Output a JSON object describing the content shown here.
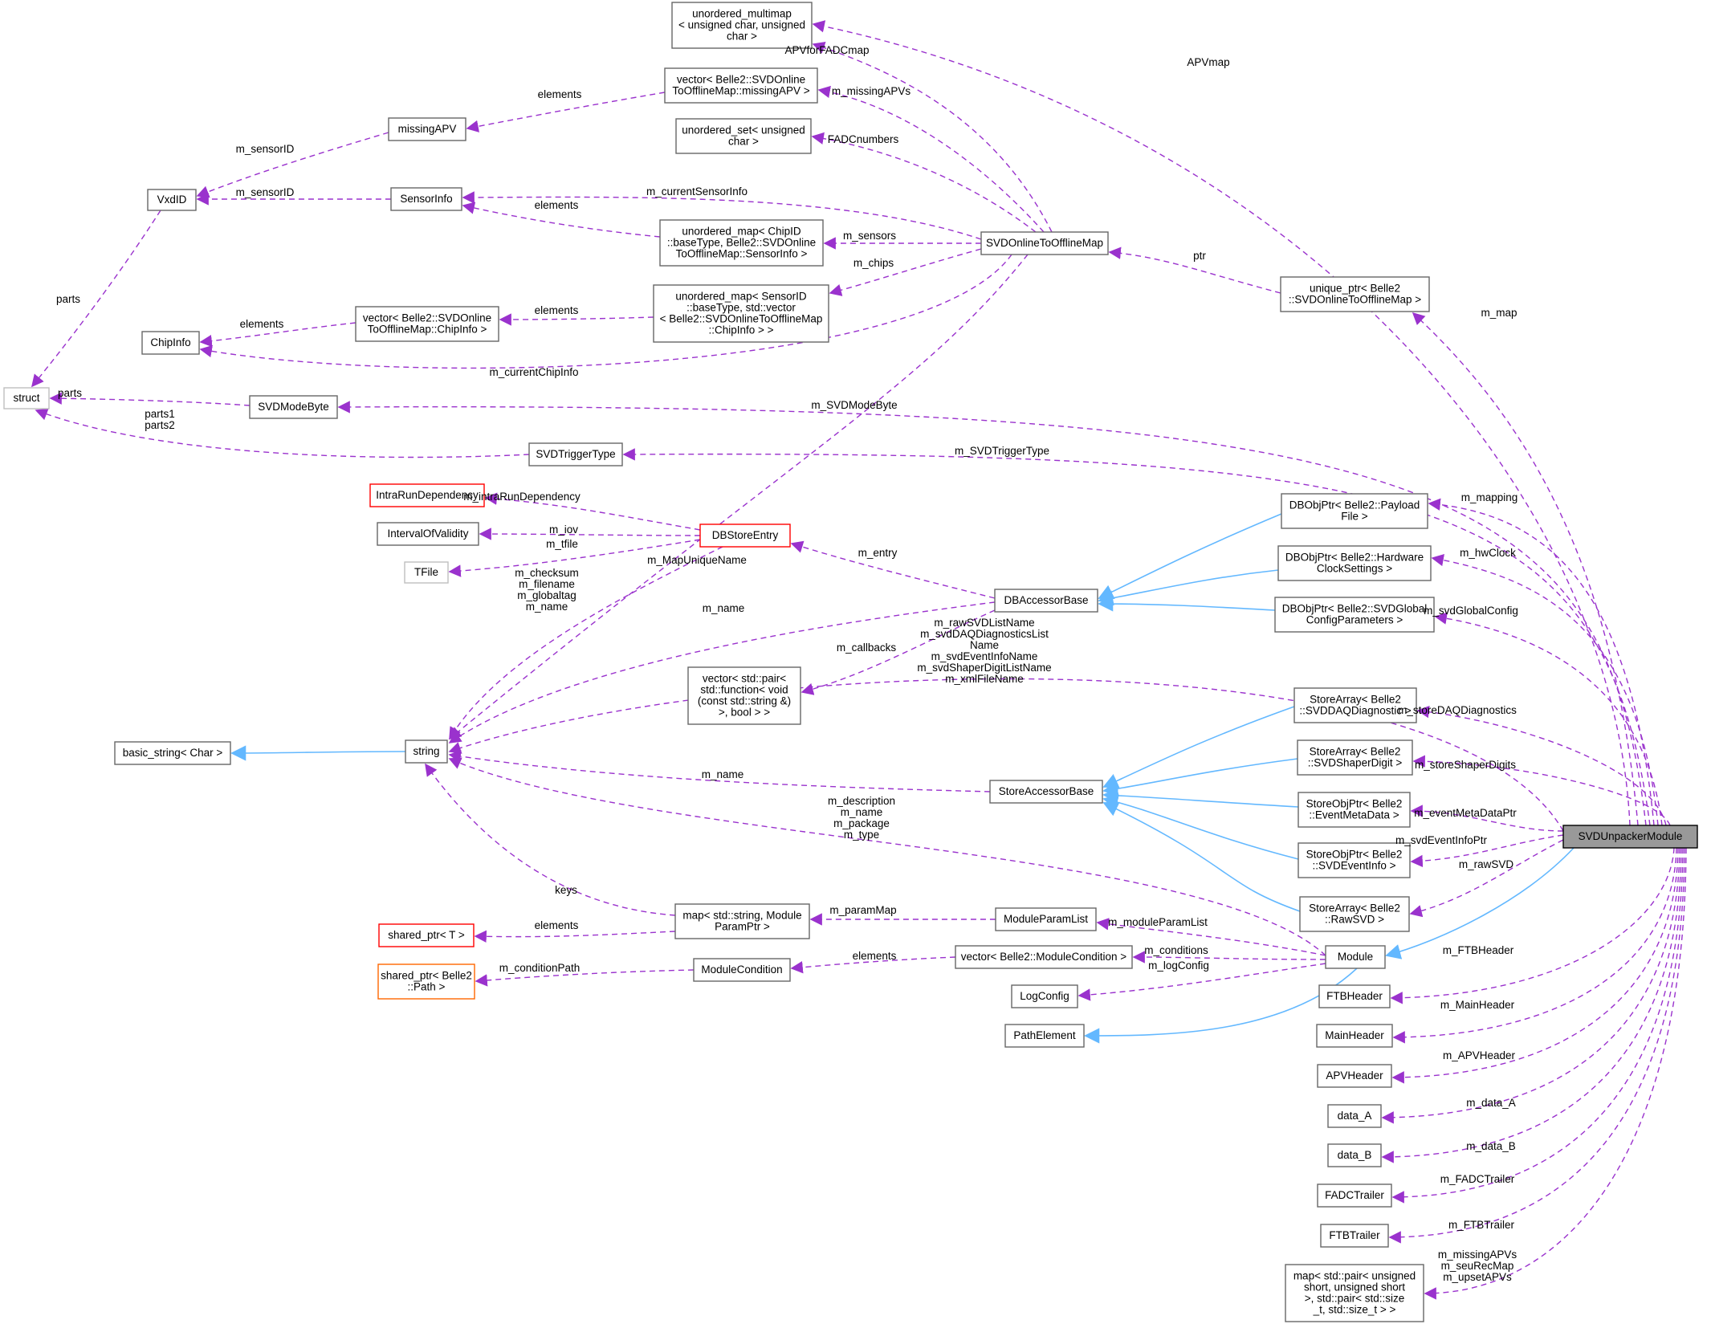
{
  "nodes": {
    "unordered_multimap": [
      "unordered_multimap",
      "< unsigned char, unsigned",
      "char >"
    ],
    "vector_missingAPV": [
      "vector< Belle2::SVDOnline",
      "ToOfflineMap::missingAPV >"
    ],
    "missingAPV": [
      "missingAPV"
    ],
    "unordered_set": [
      "unordered_set< unsigned",
      "char >"
    ],
    "VxdID": [
      "VxdID"
    ],
    "SensorInfo": [
      "SensorInfo"
    ],
    "unordered_map_chipid": [
      "unordered_map< ChipID",
      "::baseType, Belle2::SVDOnline",
      "ToOfflineMap::SensorInfo >"
    ],
    "SVDOnlineToOfflineMap": [
      "SVDOnlineToOfflineMap"
    ],
    "unordered_map_sensorid": [
      "unordered_map< SensorID",
      "::baseType, std::vector",
      "< Belle2::SVDOnlineToOfflineMap",
      "::ChipInfo > >"
    ],
    "unique_ptr": [
      "unique_ptr< Belle2",
      "::SVDOnlineToOfflineMap >"
    ],
    "vector_chipinfo": [
      "vector< Belle2::SVDOnline",
      "ToOfflineMap::ChipInfo >"
    ],
    "ChipInfo": [
      "ChipInfo"
    ],
    "struct": [
      "struct"
    ],
    "SVDModeByte": [
      "SVDModeByte"
    ],
    "SVDTriggerType": [
      "SVDTriggerType"
    ],
    "IntraRunDependency": [
      "IntraRunDependency"
    ],
    "IntervalOfValidity": [
      "IntervalOfValidity"
    ],
    "TFile": [
      "TFile"
    ],
    "DBStoreEntry": [
      "DBStoreEntry"
    ],
    "DBObjPtr_Payload": [
      "DBObjPtr< Belle2::Payload",
      "File >"
    ],
    "DBObjPtr_Hardware": [
      "DBObjPtr< Belle2::Hardware",
      "ClockSettings >"
    ],
    "DBAccessorBase": [
      "DBAccessorBase"
    ],
    "DBObjPtr_SVDGlobal": [
      "DBObjPtr< Belle2::SVDGlobal",
      "ConfigParameters >"
    ],
    "vector_pair_function": [
      "vector< std::pair<",
      "std::function< void",
      "(const std::string &)",
      ">, bool > >"
    ],
    "StoreArray_DAQ": [
      "StoreArray< Belle2",
      "::SVDDAQDiagnostic >"
    ],
    "basic_string": [
      "basic_string< Char >"
    ],
    "string": [
      "string"
    ],
    "StoreArray_Shaper": [
      "StoreArray< Belle2",
      "::SVDShaperDigit >"
    ],
    "StoreAccessorBase": [
      "StoreAccessorBase"
    ],
    "StoreObjPtr_EventMeta": [
      "StoreObjPtr< Belle2",
      "::EventMetaData >"
    ],
    "SVDUnpackerModule": [
      "SVDUnpackerModule"
    ],
    "StoreObjPtr_SVDEvent": [
      "StoreObjPtr< Belle2",
      "::SVDEventInfo >"
    ],
    "StoreArray_RawSVD": [
      "StoreArray< Belle2",
      "::RawSVD >"
    ],
    "map_string_module": [
      "map< std::string, Module",
      "ParamPtr >"
    ],
    "ModuleParamList": [
      "ModuleParamList"
    ],
    "shared_ptr_T": [
      "shared_ptr< T >"
    ],
    "Module": [
      "Module"
    ],
    "vector_condition": [
      "vector< Belle2::ModuleCondition >"
    ],
    "shared_ptr_Path": [
      "shared_ptr< Belle2",
      "::Path >"
    ],
    "ModuleCondition": [
      "ModuleCondition"
    ],
    "LogConfig": [
      "LogConfig"
    ],
    "FTBHeader": [
      "FTBHeader"
    ],
    "PathElement": [
      "PathElement"
    ],
    "MainHeader": [
      "MainHeader"
    ],
    "APVHeader": [
      "APVHeader"
    ],
    "data_A": [
      "data_A"
    ],
    "data_B": [
      "data_B"
    ],
    "FADCTrailer": [
      "FADCTrailer"
    ],
    "FTBTrailer": [
      "FTBTrailer"
    ],
    "map_pair": [
      "map< std::pair< unsigned",
      "short, unsigned short",
      ">, std::pair< std::size",
      "_t, std::size_t > >"
    ]
  },
  "edge_labels": {
    "APVmap": [
      "APVmap"
    ],
    "APVforFADCmap": [
      "APVforFADCmap"
    ],
    "elements_missing": [
      "elements"
    ],
    "m_missingAPVs": [
      "m_missingAPVs"
    ],
    "m_sensorID_1": [
      "m_sensorID"
    ],
    "FADCnumbers": [
      "FADCnumbers"
    ],
    "m_sensorID_2": [
      "m_sensorID"
    ],
    "m_currentSensorInfo": [
      "m_currentSensorInfo"
    ],
    "elements_sensorinfo": [
      "elements"
    ],
    "m_sensors": [
      "m_sensors"
    ],
    "ptr": [
      "ptr"
    ],
    "m_chips": [
      "m_chips"
    ],
    "parts_1": [
      "parts"
    ],
    "elements_chipinfo_1": [
      "elements"
    ],
    "elements_chipinfo_2": [
      "elements"
    ],
    "m_map": [
      "m_map"
    ],
    "m_currentChipInfo": [
      "m_currentChipInfo"
    ],
    "parts_2": [
      "parts"
    ],
    "m_SVDModeByte": [
      "m_SVDModeByte"
    ],
    "parts12": [
      "parts1",
      "parts2"
    ],
    "m_SVDTriggerType": [
      "m_SVDTriggerType"
    ],
    "m_intraRunDependency": [
      "m_intraRunDependency"
    ],
    "m_mapping": [
      "m_mapping"
    ],
    "m_iov": [
      "m_iov"
    ],
    "m_tfile": [
      "m_tfile"
    ],
    "m_MapUniqueName": [
      "m_MapUniqueName"
    ],
    "m_hwClock": [
      "m_hwClock"
    ],
    "m_checksum": [
      "m_checksum",
      "m_filename",
      "m_globaltag",
      "m_name"
    ],
    "m_entry": [
      "m_entry"
    ],
    "m_name_db": [
      "m_name"
    ],
    "m_svdGlobalConfig": [
      "m_svdGlobalConfig"
    ],
    "m_rawSVDListName": [
      "m_rawSVDListName",
      "m_svdDAQDiagnosticsList",
      "Name",
      "m_svdEventInfoName",
      "m_svdShaperDigitListName",
      "m_xmlFileName"
    ],
    "m_callbacks": [
      "m_callbacks"
    ],
    "m_storeDAQDiagnostics": [
      "m_storeDAQDiagnostics"
    ],
    "m_storeShaperDigits": [
      "m_storeShaperDigits"
    ],
    "m_name_store": [
      "m_name"
    ],
    "m_description": [
      "m_description",
      "m_name",
      "m_package",
      "m_type"
    ],
    "m_eventMetaDataPtr": [
      "m_eventMetaDataPtr"
    ],
    "m_svdEventInfoPtr": [
      "m_svdEventInfoPtr"
    ],
    "m_rawSVD": [
      "m_rawSVD"
    ],
    "keys": [
      "keys"
    ],
    "m_paramMap": [
      "m_paramMap"
    ],
    "elements_shared": [
      "elements"
    ],
    "m_moduleParamList": [
      "m_moduleParamList"
    ],
    "m_FTBHeader": [
      "m_FTBHeader"
    ],
    "m_conditions": [
      "m_conditions"
    ],
    "m_conditionPath": [
      "m_conditionPath"
    ],
    "elements_cond": [
      "elements"
    ],
    "m_logConfig": [
      "m_logConfig"
    ],
    "m_MainHeader": [
      "m_MainHeader"
    ],
    "m_APVHeader": [
      "m_APVHeader"
    ],
    "m_data_A": [
      "m_data_A"
    ],
    "m_data_B": [
      "m_data_B"
    ],
    "m_FADCTrailer": [
      "m_FADCTrailer"
    ],
    "m_FTBTrailer": [
      "m_FTBTrailer"
    ],
    "m_missingAPVs_seu": [
      "m_missingAPVs",
      "m_seuRecMap",
      "m_upsetAPVs"
    ]
  },
  "colors": {
    "dependency_edge": "#9a32cd",
    "inheritance_edge": "#63b8ff",
    "node_border": "#666666",
    "focus_fill": "#999999",
    "red_border": "#ff0000",
    "orange_border": "#ff6600"
  }
}
